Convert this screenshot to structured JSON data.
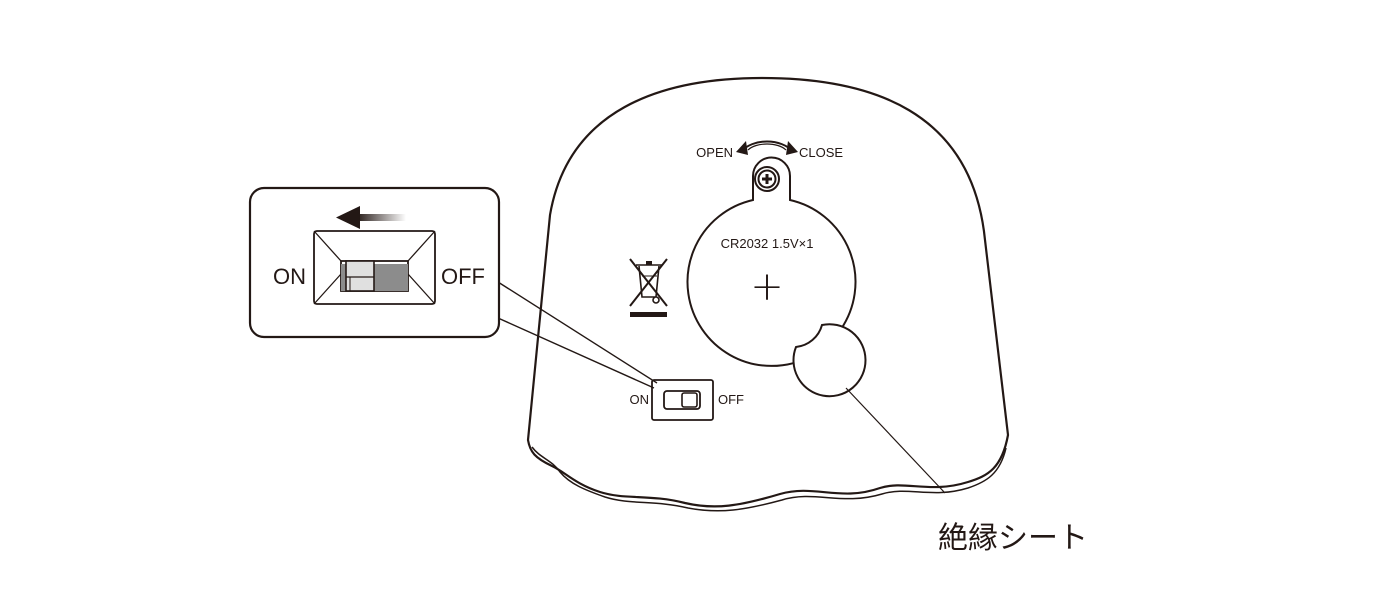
{
  "labels": {
    "open": "OPEN",
    "close": "CLOSE",
    "battery_spec": "CR2032 1.5V×1",
    "polarity": "+",
    "switch_on": "ON",
    "switch_off": "OFF",
    "zoom_on": "ON",
    "zoom_off": "OFF",
    "insulation_sheet": "絶縁シート"
  },
  "icons": {
    "screw": "phillips-screw-icon",
    "weee": "crossed-out-wheelie-bin-icon",
    "slide_direction": "arrow-left-icon",
    "rotate": "rotate-arrows-icon"
  },
  "colors": {
    "line": "#231815",
    "switch_knob": "#e0e0e0",
    "switch_track": "#8c8c8c",
    "background": "#ffffff"
  }
}
